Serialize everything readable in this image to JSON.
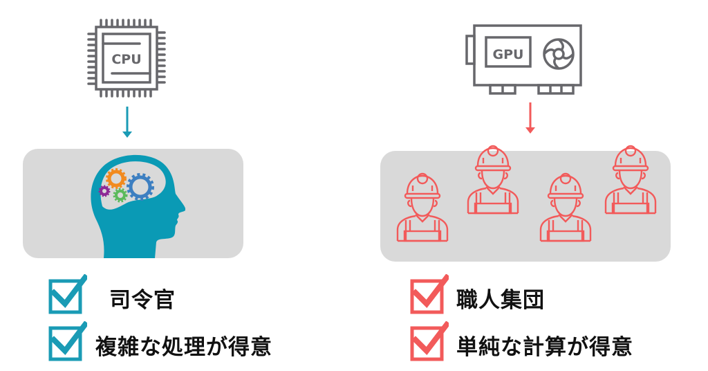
{
  "colors": {
    "cpu_accent": "#1a9bb5",
    "gpu_accent": "#f25a5a",
    "icon_gray": "#67676b",
    "panel": "#d9d9d9"
  },
  "cpu": {
    "chip_label": "CPU",
    "items": [
      {
        "label": "司令官",
        "checked": true
      },
      {
        "label": "複雑な処理が得意",
        "checked": true
      }
    ]
  },
  "gpu": {
    "card_label": "GPU",
    "items": [
      {
        "label": "職人集団",
        "checked": true
      },
      {
        "label": "単純な計算が得意",
        "checked": true
      }
    ]
  }
}
